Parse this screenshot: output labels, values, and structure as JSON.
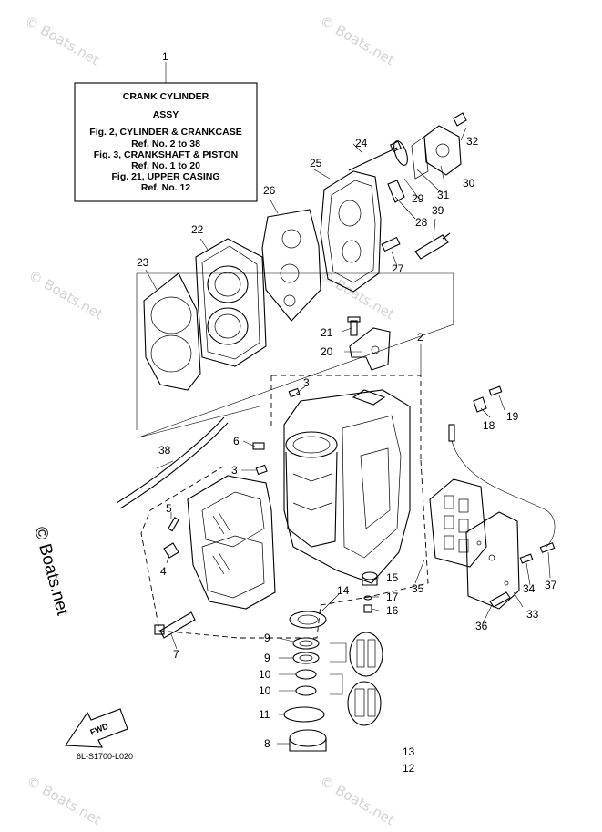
{
  "assembly_box": {
    "title": "CRANK  CYLINDER",
    "subtitle": "ASSY",
    "lines": [
      "Fig. 2, CYLINDER & CRANKCASE",
      "Ref. No. 2 to 38",
      "Fig. 3, CRANKSHAFT & PISTON",
      "Ref. No. 1 to 20",
      "Fig. 21, UPPER CASING",
      "Ref. No. 12"
    ]
  },
  "callouts": [
    "1",
    "2",
    "3",
    "3",
    "4",
    "5",
    "6",
    "7",
    "8",
    "9",
    "9",
    "10",
    "10",
    "11",
    "12",
    "13",
    "14",
    "15",
    "16",
    "17",
    "18",
    "19",
    "20",
    "21",
    "22",
    "23",
    "24",
    "25",
    "26",
    "27",
    "28",
    "29",
    "30",
    "31",
    "32",
    "33",
    "34",
    "35",
    "36",
    "37",
    "38",
    "39"
  ],
  "fwd_label": "FWD",
  "watermark": "© Boats.net",
  "copyright": "© Boats.net",
  "diagram_code": "6L-S1700-L020"
}
